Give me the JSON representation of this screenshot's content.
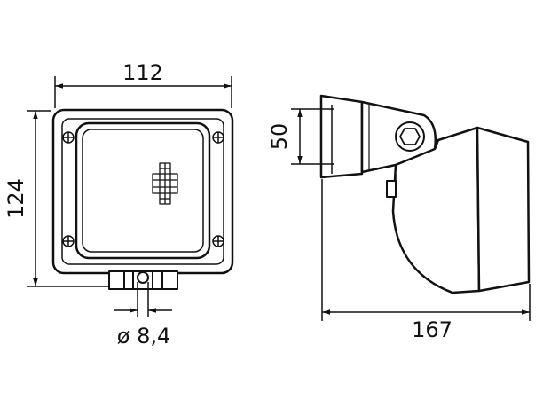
{
  "dimensions": {
    "front_width": "112",
    "front_height": "124",
    "mount_hole": "ø 8,4",
    "side_depth": "167",
    "side_bracket": "50"
  },
  "colors": {
    "line": "#111111",
    "fill": "#ffffff"
  }
}
